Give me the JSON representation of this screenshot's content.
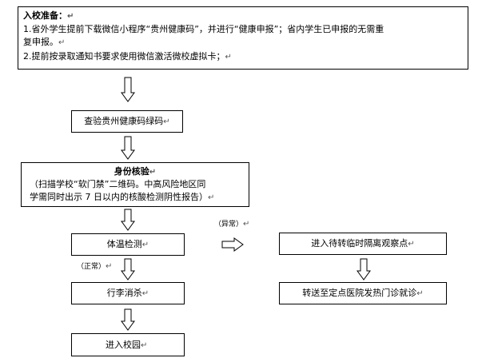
{
  "prep": {
    "title": "入校准备：",
    "line1a": "1.省外学生提前下载微信小程序“贵州健康码”，并进行“健康申报”；省内学生已申报的无需重",
    "line1b": "复申报。",
    "line2": "2.提前按录取通知书要求使用微信激活微校虚拟卡；"
  },
  "steps": {
    "health_code": "查验贵州健康码绿码",
    "identity_title": "身份核验",
    "identity_desc_a": "（扫描学校“软门禁”二维码。中高风险地区同",
    "identity_desc_b": "学需同时出示 7 日以内的核酸检测阴性报告）",
    "temperature": "体温检测",
    "disinfect": "行李消杀",
    "enter_campus": "进入校园",
    "isolation": "进入待转临时隔离观察点",
    "hospital": "转送至定点医院发热门诊就诊"
  },
  "labels": {
    "abnormal": "（异常）",
    "normal": "（正常）"
  },
  "marks": {
    "para": "↵"
  }
}
